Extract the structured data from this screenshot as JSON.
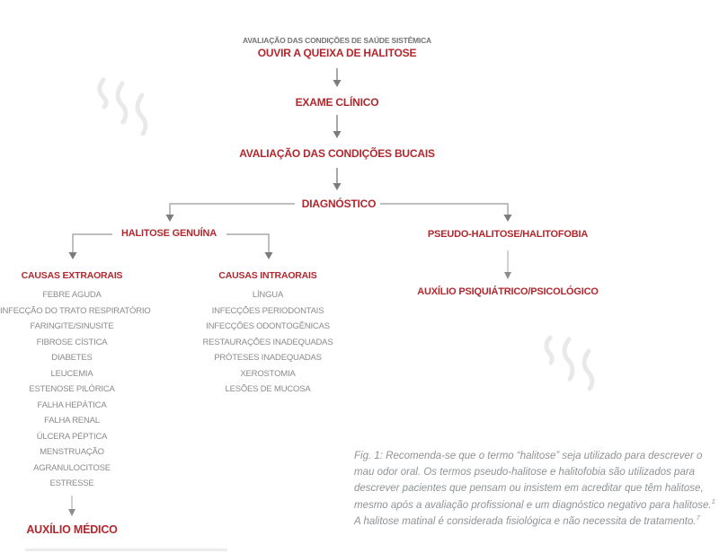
{
  "figure": {
    "type": "flowchart",
    "topic": "Halitosis diagnostic flow"
  },
  "colors": {
    "red": "#b0282d",
    "systemic_gray": "#757575",
    "list_gray": "#8b8b8b",
    "caption_gray": "#8e9396",
    "connector_line": "#a8a8a8",
    "arrowhead": "#7c7c7c",
    "wave": "#e9e9e9"
  },
  "nodes": {
    "systemic_assessment": "AVALIAÇÃO DAS CONDIÇÕES DE SAÚDE SISTÊMICA",
    "listen_complaint": "OUVIR A QUEIXA DE HALITOSE",
    "clinical_exam": "EXAME CLÍNICO",
    "oral_assessment": "AVALIAÇÃO DAS CONDIÇÕES BUCAIS",
    "diagnosis": "DIAGNÓSTICO",
    "genuine_halitosis": "HALITOSE GENUÍNA",
    "pseudo_halitosis": "PSEUDO-HALITOSE/HALITOFOBIA",
    "extraoral_title": "CAUSAS EXTRAORAIS",
    "intraoral_title": "CAUSAS INTRAORAIS",
    "psychiatric_help": "AUXÍLIO PSIQUIÁTRICO/PSICOLÓGICO",
    "medical_help": "AUXÍLIO MÉDICO"
  },
  "extraoral_causes": [
    "FEBRE AGUDA",
    "INFECÇÃO DO TRATO RESPIRATÓRIO",
    "FARINGITE/SINUSITE",
    "FIBROSE CÍSTICA",
    "DIABETES",
    "LEUCEMIA",
    "ESTENOSE PILÓRICA",
    "FALHA HEPÁTICA",
    "FALHA RENAL",
    "ÚLCERA PÉPTICA",
    "MENSTRUAÇÃO",
    "AGRANULOCITOSE",
    "ESTRESSE"
  ],
  "intraoral_causes": [
    "LÍNGUA",
    "INFECÇÕES PERIODONTAIS",
    "INFECÇÕES ODONTOGÊNICAS",
    "RESTAURAÇÕES INADEQUADAS",
    "PRÓTESES INADEQUADAS",
    "XEROSTOMIA",
    "LESÕES DE MUCOSA"
  ],
  "caption": {
    "text_before_ref1": "Fig. 1: Recomenda-se que o termo “halitose” seja utilizado para descrever o mau odor oral. Os termos pseudo-halitose e halitofobia são utilizados para descrever pacientes que pensam ou insistem em acreditar que têm halitose, mesmo após a avaliação profissional e um diagnóstico negativo para halitose.",
    "ref1": "1",
    "text_between": " A halitose matinal é considerada fisiológica e não necessita de tratamento.",
    "ref2": "7"
  }
}
